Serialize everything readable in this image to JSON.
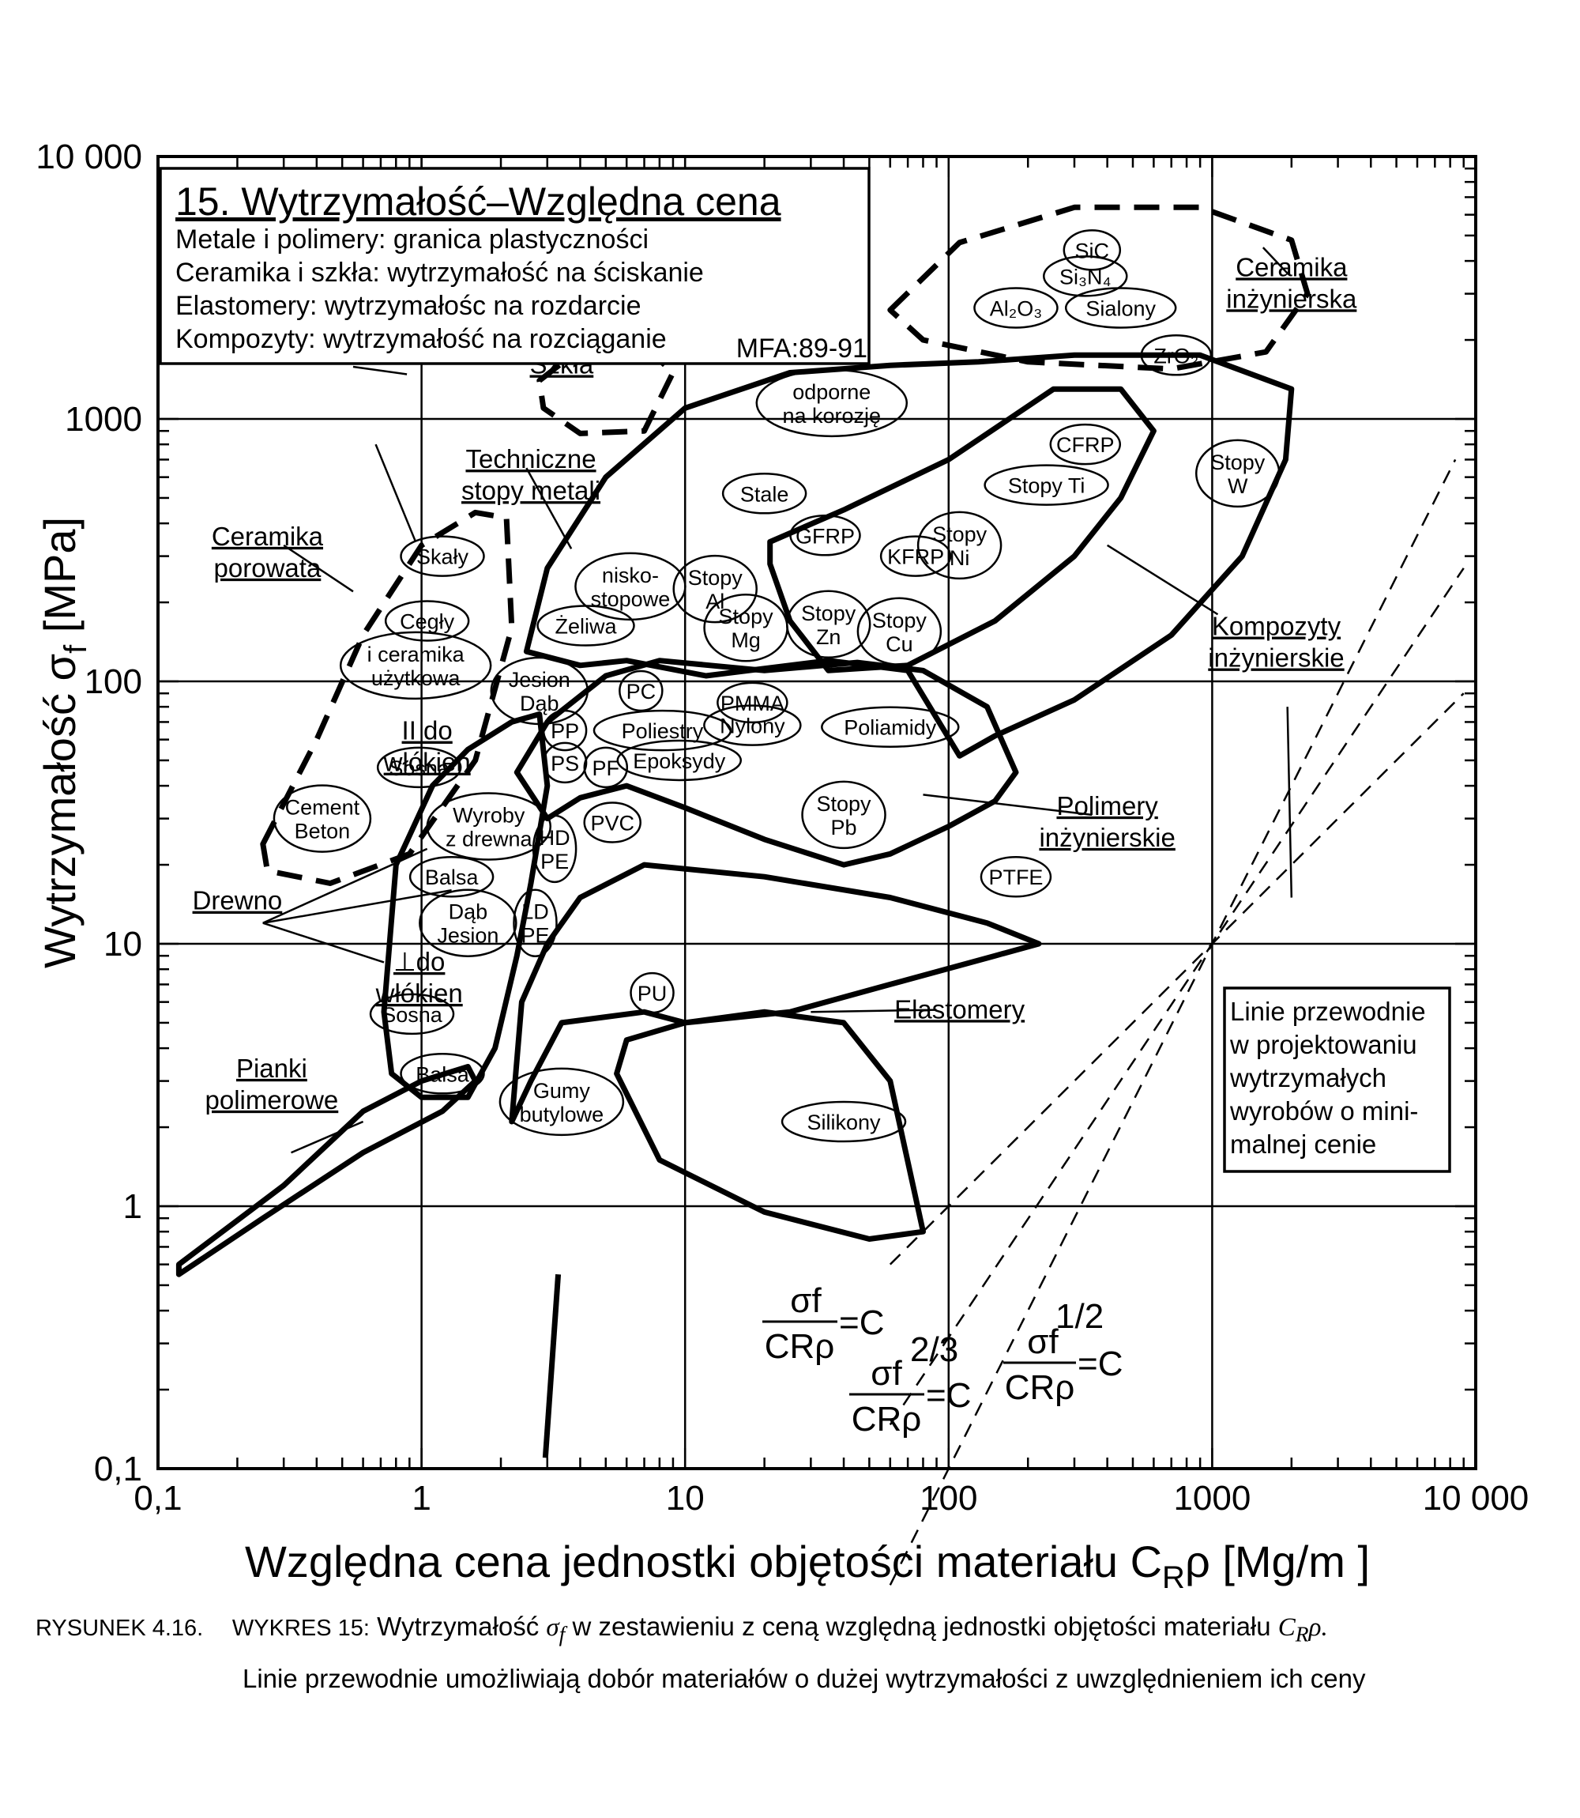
{
  "chart_data": {
    "type": "scatter",
    "title": "15. Wytrzymałość–Względna cena",
    "subtitle_lines": [
      "Metale i polimery: granica plastyczności",
      "Ceramika i szkła: wytrzymałość na ściskanie",
      "Elastomery: wytrzymałośc na rozdarcie",
      "Kompozyty: wytrzymałość na rozciąganie"
    ],
    "source_tag": "MFA:89-91",
    "xlabel_main": "Względna cena jednostki objętości materiału C",
    "xlabel_sub": "R",
    "xlabel_tail": "ρ [Mg/m ]",
    "ylabel_main": "Wytrzymałość σ",
    "ylabel_sub": "f",
    "ylabel_tail": " [MPa]",
    "x_scale": "log",
    "y_scale": "log",
    "xlim": [
      0.1,
      10000
    ],
    "ylim": [
      0.1,
      10000
    ],
    "x_ticks": [
      {
        "v": 0.1,
        "label": "0,1"
      },
      {
        "v": 1,
        "label": "1"
      },
      {
        "v": 10,
        "label": "10"
      },
      {
        "v": 100,
        "label": "100"
      },
      {
        "v": 1000,
        "label": "1000"
      },
      {
        "v": 10000,
        "label": "10 000"
      }
    ],
    "y_ticks": [
      {
        "v": 0.1,
        "label": "0,1"
      },
      {
        "v": 1,
        "label": "1"
      },
      {
        "v": 10,
        "label": "10"
      },
      {
        "v": 100,
        "label": "100"
      },
      {
        "v": 1000,
        "label": "1000"
      },
      {
        "v": 10000,
        "label": "10 000"
      }
    ],
    "grid": true,
    "materials": [
      {
        "labels": [
          "SiC"
        ],
        "x": 350,
        "y": 4400
      },
      {
        "labels": [
          "Si₃N₄"
        ],
        "x": 330,
        "y": 3500
      },
      {
        "labels": [
          "Al₂O₃"
        ],
        "x": 180,
        "y": 2650
      },
      {
        "labels": [
          "Sialony"
        ],
        "x": 450,
        "y": 2650
      },
      {
        "labels": [
          "ZrO₂"
        ],
        "x": 730,
        "y": 1750
      },
      {
        "labels": [
          "odporne",
          "na korozję"
        ],
        "x": 36,
        "y": 1150
      },
      {
        "labels": [
          "Stale"
        ],
        "x": 20,
        "y": 520
      },
      {
        "labels": [
          "CFRP"
        ],
        "x": 330,
        "y": 800
      },
      {
        "labels": [
          "Stopy Ti"
        ],
        "x": 235,
        "y": 560
      },
      {
        "labels": [
          "Stopy",
          "W"
        ],
        "x": 1250,
        "y": 620
      },
      {
        "labels": [
          "GFRP"
        ],
        "x": 34,
        "y": 360
      },
      {
        "labels": [
          "KFRP"
        ],
        "x": 75,
        "y": 300
      },
      {
        "labels": [
          "Stopy",
          "Ni"
        ],
        "x": 110,
        "y": 330
      },
      {
        "labels": [
          "nisko-",
          "stopowe"
        ],
        "x": 6.2,
        "y": 230
      },
      {
        "labels": [
          "Stopy",
          "Al"
        ],
        "x": 13,
        "y": 225
      },
      {
        "labels": [
          "Żeliwa"
        ],
        "x": 4.2,
        "y": 163
      },
      {
        "labels": [
          "Stopy",
          "Mg"
        ],
        "x": 17,
        "y": 160
      },
      {
        "labels": [
          "Stopy",
          "Zn"
        ],
        "x": 35,
        "y": 165
      },
      {
        "labels": [
          "Stopy",
          "Cu"
        ],
        "x": 65,
        "y": 155
      },
      {
        "labels": [
          "Skały"
        ],
        "x": 1.2,
        "y": 300
      },
      {
        "labels": [
          "Cegły"
        ],
        "x": 1.05,
        "y": 170
      },
      {
        "labels": [
          "i ceramika",
          "użytkowa"
        ],
        "x": 0.95,
        "y": 115
      },
      {
        "labels": [
          "Jesion",
          "Dąb"
        ],
        "x": 2.8,
        "y": 92
      },
      {
        "labels": [
          "PC"
        ],
        "x": 6.8,
        "y": 92
      },
      {
        "labels": [
          "PMMA"
        ],
        "x": 18,
        "y": 83
      },
      {
        "labels": [
          "PP"
        ],
        "x": 3.5,
        "y": 65
      },
      {
        "labels": [
          "Poliestry"
        ],
        "x": 8.2,
        "y": 65
      },
      {
        "labels": [
          "Nylony"
        ],
        "x": 18,
        "y": 68
      },
      {
        "labels": [
          "PS"
        ],
        "x": 3.5,
        "y": 49
      },
      {
        "labels": [
          "PF"
        ],
        "x": 5,
        "y": 47
      },
      {
        "labels": [
          "Epoksydy"
        ],
        "x": 9.5,
        "y": 50
      },
      {
        "labels": [
          "Poliamidy"
        ],
        "x": 60,
        "y": 67
      },
      {
        "labels": [
          "Stopy",
          "Pb"
        ],
        "x": 40,
        "y": 31
      },
      {
        "labels": [
          "PVC"
        ],
        "x": 5.3,
        "y": 29
      },
      {
        "labels": [
          "HD",
          "PE"
        ],
        "x": 3.2,
        "y": 23
      },
      {
        "labels": [
          "Wyroby",
          "z drewna"
        ],
        "x": 1.8,
        "y": 28
      },
      {
        "labels": [
          "Cement",
          "Beton"
        ],
        "x": 0.42,
        "y": 30
      },
      {
        "labels": [
          "Sosna"
        ],
        "x": 0.98,
        "y": 47
      },
      {
        "labels": [
          "Balsa"
        ],
        "x": 1.3,
        "y": 18
      },
      {
        "labels": [
          "PTFE"
        ],
        "x": 180,
        "y": 18
      },
      {
        "labels": [
          "Dąb",
          "Jesion"
        ],
        "x": 1.5,
        "y": 12
      },
      {
        "labels": [
          "LD",
          "PE"
        ],
        "x": 2.7,
        "y": 12
      },
      {
        "labels": [
          "PU"
        ],
        "x": 7.5,
        "y": 6.5
      },
      {
        "labels": [
          "Sosna"
        ],
        "x": 0.92,
        "y": 5.4
      },
      {
        "labels": [
          "Balsa"
        ],
        "x": 1.2,
        "y": 3.2
      },
      {
        "labels": [
          "Gumy",
          "butylowe"
        ],
        "x": 3.4,
        "y": 2.5
      },
      {
        "labels": [
          "Silikony"
        ],
        "x": 40,
        "y": 2.1
      }
    ],
    "families": [
      {
        "labels": [
          "Ceramika",
          "inżynierska"
        ],
        "x": 2000,
        "y": 3500
      },
      {
        "labels": [
          "Szkła"
        ],
        "x": 3.4,
        "y": 1490
      },
      {
        "labels": [
          "Techniczne",
          "stopy metali"
        ],
        "x": 2.6,
        "y": 650
      },
      {
        "labels": [
          "Ceramika",
          "porowata"
        ],
        "x": 0.26,
        "y": 330
      },
      {
        "labels": [
          "Kompozyty",
          "inżynierskie"
        ],
        "x": 1750,
        "y": 150
      },
      {
        "labels": [
          "II do",
          "włókien"
        ],
        "x": 1.05,
        "y": 60
      },
      {
        "labels": [
          "Polimery",
          "inżynierskie"
        ],
        "x": 400,
        "y": 31
      },
      {
        "labels": [
          "Drewno"
        ],
        "x": 0.2,
        "y": 13.5
      },
      {
        "labels": [
          "⊥do",
          "włókien"
        ],
        "x": 0.98,
        "y": 7.9
      },
      {
        "labels": [
          "Elastomery"
        ],
        "x": 110,
        "y": 5.2
      },
      {
        "labels": [
          "Pianki",
          "polimerowe"
        ],
        "x": 0.27,
        "y": 3.1
      }
    ],
    "guide_note": [
      "Linie przewodnie",
      "w projektowaniu",
      "wytrzymałych",
      "wyrobów o mini-",
      "malnej cenie"
    ],
    "guide_lines": [
      {
        "formula_num": "σf",
        "formula_exp": "",
        "formula_den": "CRρ",
        "formula_tail": "=C",
        "slope": 1
      },
      {
        "formula_num": "σf",
        "formula_exp": "2/3",
        "formula_den": "CRρ",
        "formula_tail": "=C",
        "slope": 1.5
      },
      {
        "formula_num": "σf",
        "formula_exp": "1/2",
        "formula_den": "CRρ",
        "formula_tail": "=C",
        "slope": 2
      }
    ]
  },
  "caption": {
    "label": "RYSUNEK 4.16.",
    "prefix": "WYKRES 15:",
    "line1": "Wytrzymałość",
    "symbol": "σ",
    "symbol_sub": "f",
    "line1_tail": "w zestawieniu z ceną względną jednostki objętości materiału",
    "symbol2": "C",
    "symbol2_sub": "R",
    "symbol2_tail": "ρ.",
    "line2": "Linie przewodnie umożliwiają dobór materiałów o dużej wytrzymałości z uwzględnieniem ich ceny"
  }
}
